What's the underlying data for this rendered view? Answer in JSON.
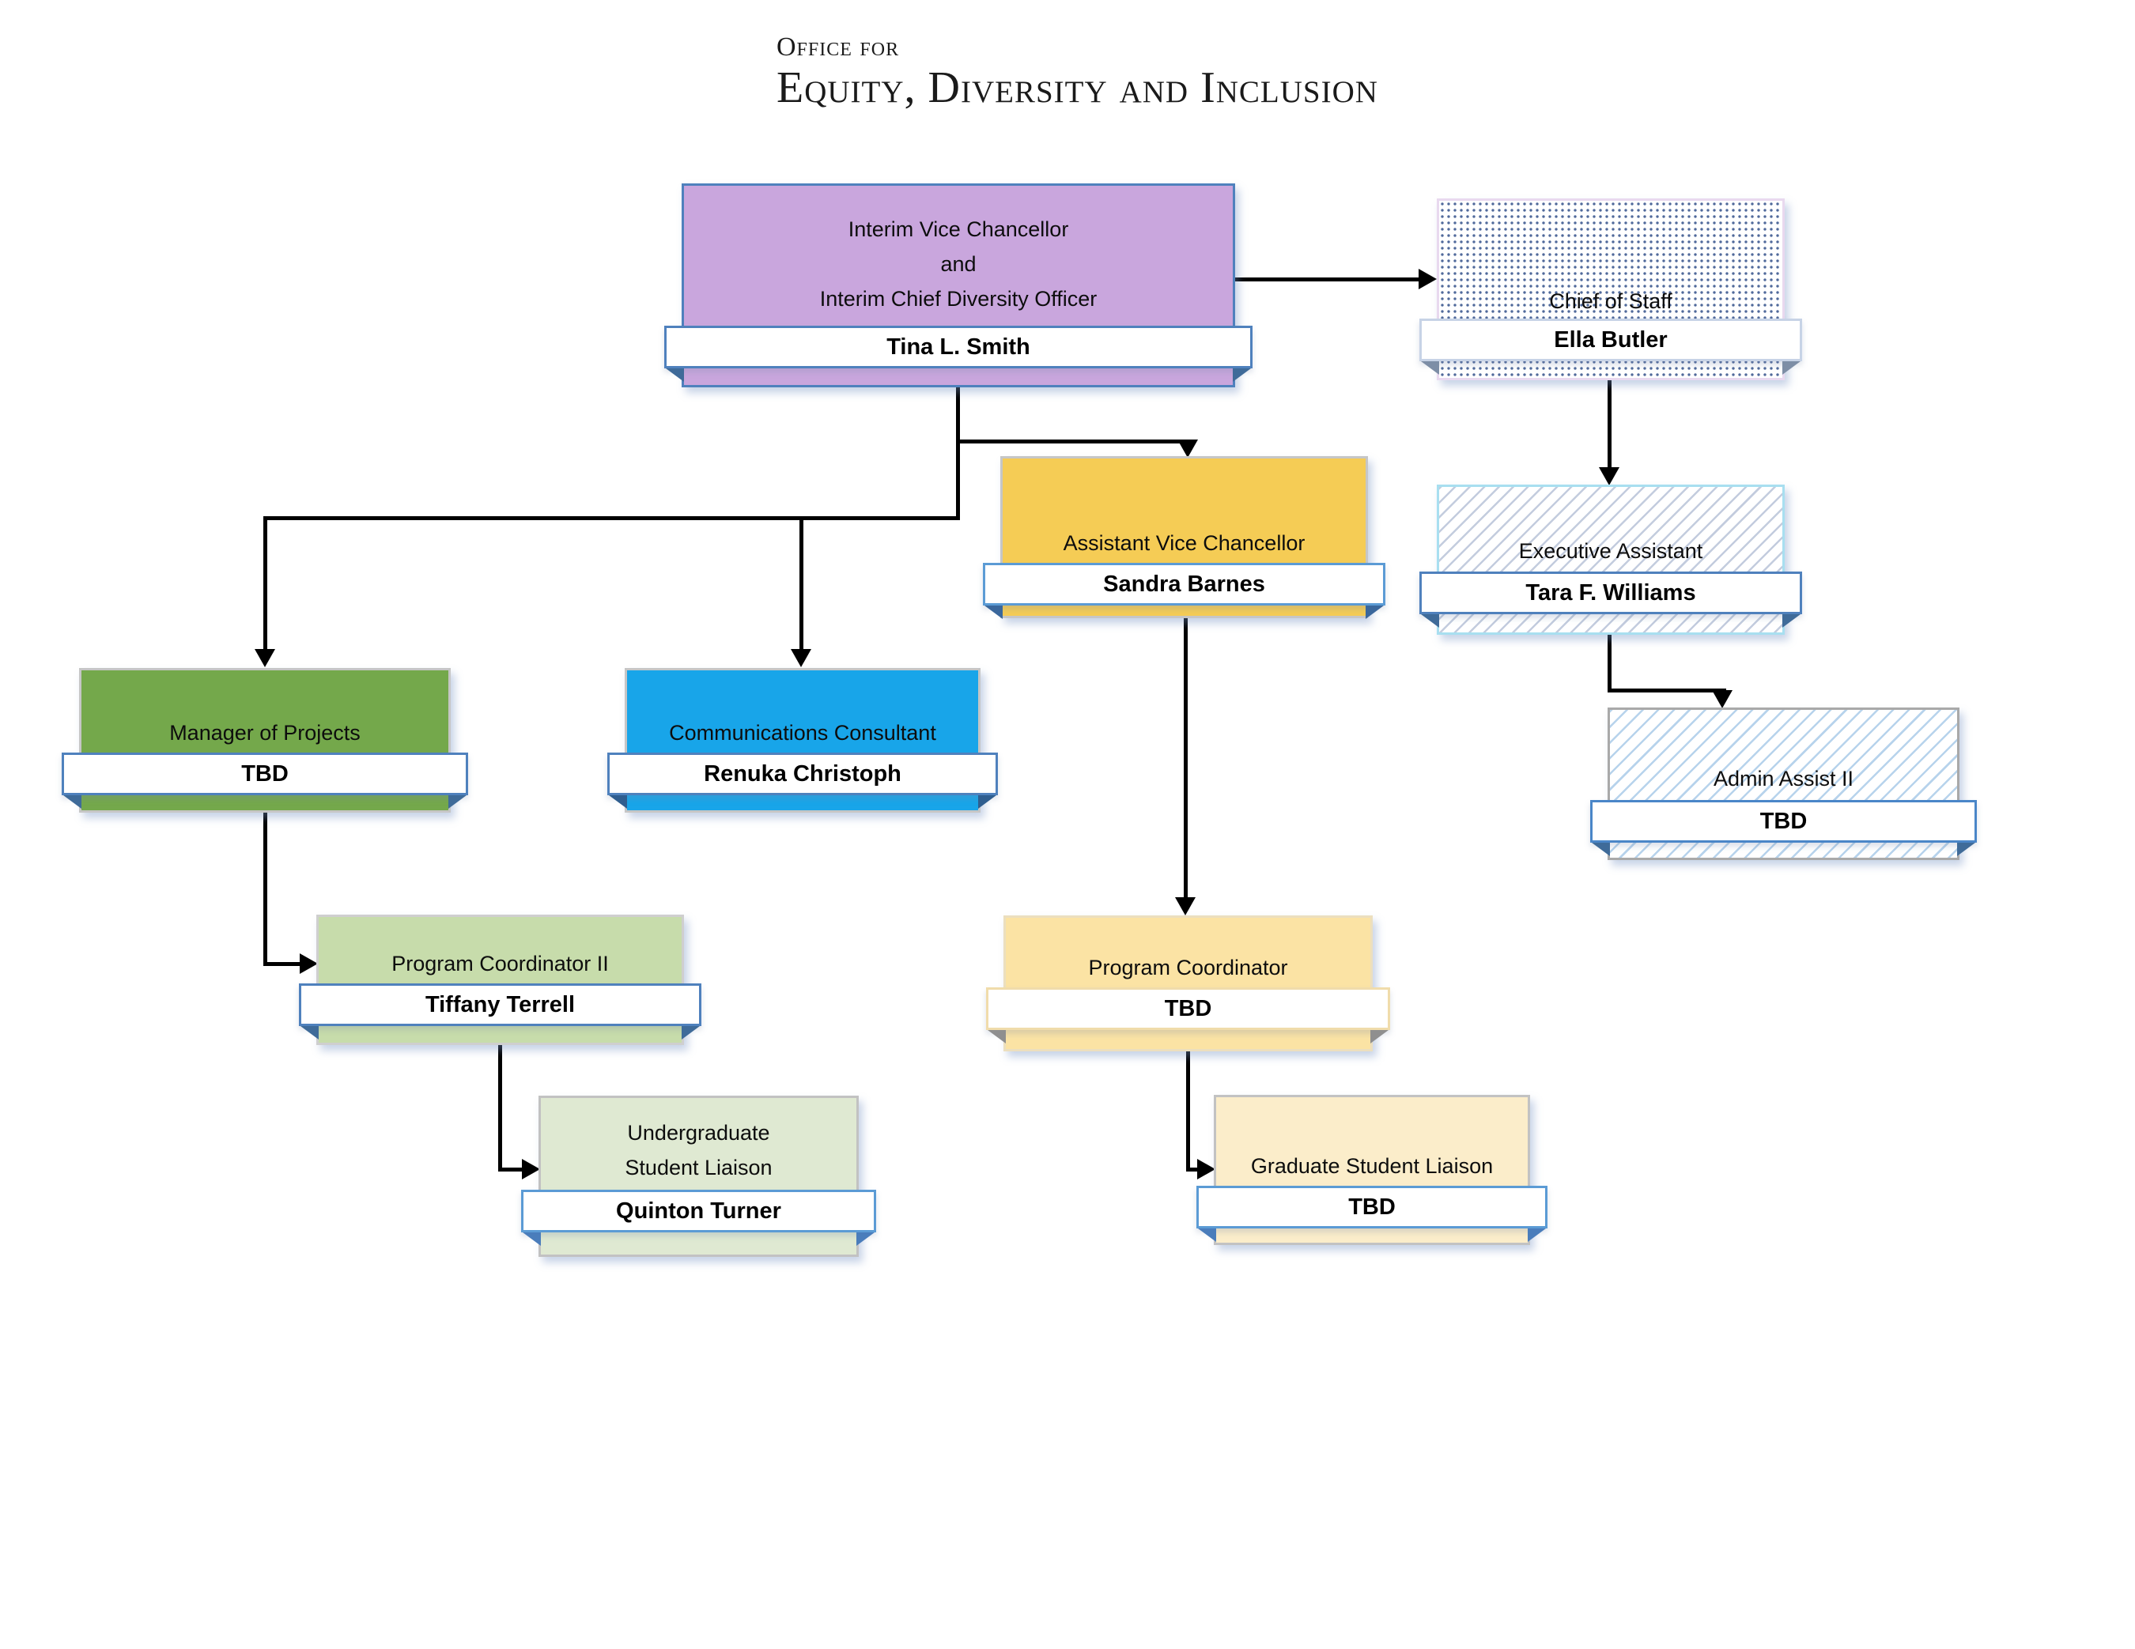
{
  "header": {
    "line1": "Office for",
    "line2": "Equity, Diversity and Inclusion"
  },
  "nodes": [
    {
      "id": "interim-vc",
      "title_lines": [
        "Interim Vice Chancellor",
        "and",
        "Interim Chief Diversity Officer"
      ],
      "name": "Tina L. Smith",
      "fill": "#c9a6dd",
      "border": "#4f81bd",
      "ribbon_border": "#4f81bd",
      "fold": "#3f6b99"
    },
    {
      "id": "chief-of-staff",
      "title_lines": [
        "Chief of Staff"
      ],
      "name": "Ella Butler",
      "pattern": "dots",
      "border": "#e9d9ef",
      "ribbon_border": "#c7d3e6",
      "fold": "#7d8ea6"
    },
    {
      "id": "executive-assistant",
      "title_lines": [
        "Executive Assistant"
      ],
      "name": "Tara F. Williams",
      "pattern": "hatch",
      "border": "#a8dff0",
      "ribbon_border": "#4f81bd",
      "fold": "#3f6b99"
    },
    {
      "id": "admin-assist-2",
      "title_lines": [
        "Admin Assist II"
      ],
      "name": "TBD",
      "pattern": "hatch-blue",
      "border": "#a9a9a9",
      "ribbon_border": "#4a86c8",
      "fold": "#3f6b99"
    },
    {
      "id": "assistant-vc",
      "title_lines": [
        "Assistant Vice Chancellor"
      ],
      "name": "Sandra Barnes",
      "fill": "#f5cc55",
      "border": "#c6c6c6",
      "ribbon_border": "#5b9bd5",
      "fold": "#3a679c"
    },
    {
      "id": "manager-of-projects",
      "title_lines": [
        "Manager of Projects"
      ],
      "name": "TBD",
      "fill": "#74a84b",
      "border": "#c6c6c6",
      "ribbon_border": "#4f81bd",
      "fold": "#3f6b99"
    },
    {
      "id": "comms-consultant",
      "title_lines": [
        "Communications Consultant"
      ],
      "name": "Renuka Christoph",
      "fill": "#18a5e9",
      "border": "#c6c6c6",
      "ribbon_border": "#4f81bd",
      "fold": "#2f5e8f"
    },
    {
      "id": "program-coordinator-2",
      "title_lines": [
        "Program Coordinator II"
      ],
      "name": "Tiffany Terrell",
      "fill": "#c7dcab",
      "border": "#cfcfcf",
      "ribbon_border": "#4f81bd",
      "fold": "#3f6b99"
    },
    {
      "id": "undergrad-liaison",
      "title_lines": [
        "Undergraduate",
        "Student Liaison"
      ],
      "name": "Quinton Turner",
      "fill": "#dfe9d2",
      "border": "#c2c2c2",
      "ribbon_border": "#5b9bd5",
      "fold": "#4a7dbb"
    },
    {
      "id": "program-coordinator",
      "title_lines": [
        "Program Coordinator"
      ],
      "name": "TBD",
      "fill": "#fbe3a4",
      "border": "#ecdfbe",
      "ribbon_border": "#f0dcab",
      "fold": "#8f8f8f"
    },
    {
      "id": "grad-liaison",
      "title_lines": [
        "Graduate Student Liaison"
      ],
      "name": "TBD",
      "fill": "#fbedca",
      "border": "#c2c2c2",
      "ribbon_border": "#5b9bd5",
      "fold": "#4a7dbb"
    }
  ],
  "edges": [
    {
      "from": "interim-vc",
      "to": "chief-of-staff"
    },
    {
      "from": "interim-vc",
      "to": "assistant-vc"
    },
    {
      "from": "interim-vc",
      "to": "manager-of-projects"
    },
    {
      "from": "interim-vc",
      "to": "comms-consultant"
    },
    {
      "from": "chief-of-staff",
      "to": "executive-assistant"
    },
    {
      "from": "executive-assistant",
      "to": "admin-assist-2"
    },
    {
      "from": "assistant-vc",
      "to": "program-coordinator"
    },
    {
      "from": "manager-of-projects",
      "to": "program-coordinator-2"
    },
    {
      "from": "program-coordinator-2",
      "to": "undergrad-liaison"
    },
    {
      "from": "program-coordinator",
      "to": "grad-liaison"
    }
  ]
}
